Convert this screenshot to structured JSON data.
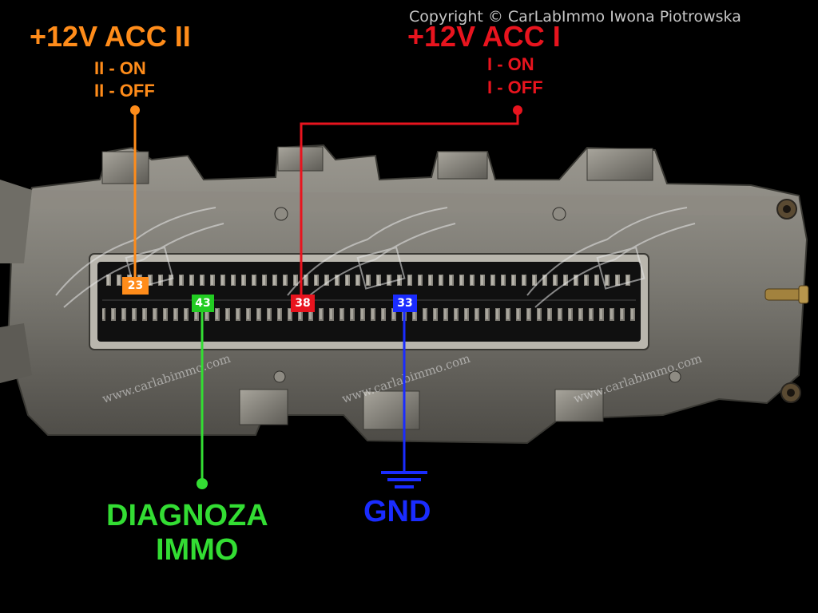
{
  "copyright": "Copyright © CarLabImmo Iwona Piotrowska",
  "watermark": "www.carlabimmo.com",
  "colors": {
    "acc2": "#ff8c1a",
    "acc1": "#e8141e",
    "diag": "#33dd33",
    "gnd": "#1a2cff"
  },
  "labels": {
    "acc2": {
      "title": "+12V ACC II",
      "line1": "II - ON",
      "line2": "II - OFF"
    },
    "acc1": {
      "title": "+12V ACC I",
      "line1": "I - ON",
      "line2": "I - OFF"
    },
    "diag": {
      "line1": "DIAGNOZA",
      "line2": "IMMO"
    },
    "gnd": {
      "title": "GND"
    }
  },
  "pins": {
    "acc2": "23",
    "diag": "43",
    "acc1": "38",
    "gnd": "33"
  },
  "icons": [
    "ground-symbol-icon",
    "connector-pin-dot-icon"
  ]
}
